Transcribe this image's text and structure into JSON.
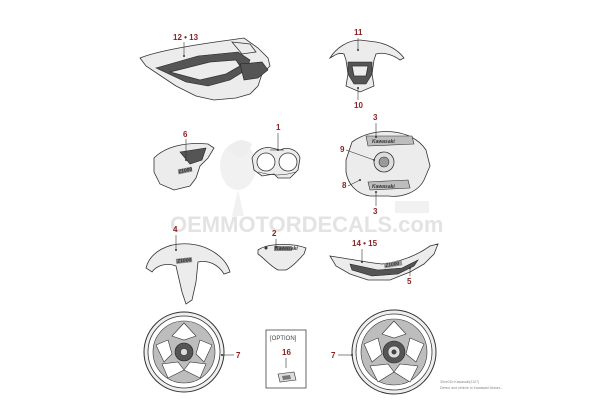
{
  "watermark": {
    "text": "OEMMOTORDECALS.com"
  },
  "callouts": [
    {
      "id": "c-12-13",
      "label": "12 • 13"
    },
    {
      "id": "c-11",
      "label": "11"
    },
    {
      "id": "c-10",
      "label": "10"
    },
    {
      "id": "c-6",
      "label": "6"
    },
    {
      "id": "c-1",
      "label": "1"
    },
    {
      "id": "c-3a",
      "label": "3"
    },
    {
      "id": "c-9",
      "label": "9"
    },
    {
      "id": "c-8",
      "label": "8"
    },
    {
      "id": "c-3b",
      "label": "3"
    },
    {
      "id": "c-4",
      "label": "4"
    },
    {
      "id": "c-2",
      "label": "2"
    },
    {
      "id": "c-14-15",
      "label": "14 • 15"
    },
    {
      "id": "c-5",
      "label": "5"
    },
    {
      "id": "c-7a",
      "label": "7"
    },
    {
      "id": "c-16",
      "label": "16"
    },
    {
      "id": "c-7b",
      "label": "7"
    }
  ],
  "option_box": {
    "label": "[OPTION]"
  },
  "decal_texts": {
    "tank_top": "Kawasaki",
    "tank_side": "Kawasaki",
    "fender": "Z1000",
    "meter_cover": "Kawasaki",
    "side_cover": "Z1000",
    "tail_cover": "Z1000"
  },
  "footer": {
    "code": "30ce01b  Kawasaki(1107)",
    "note": "Defect and vehicle to Kawasaki Motors..."
  }
}
